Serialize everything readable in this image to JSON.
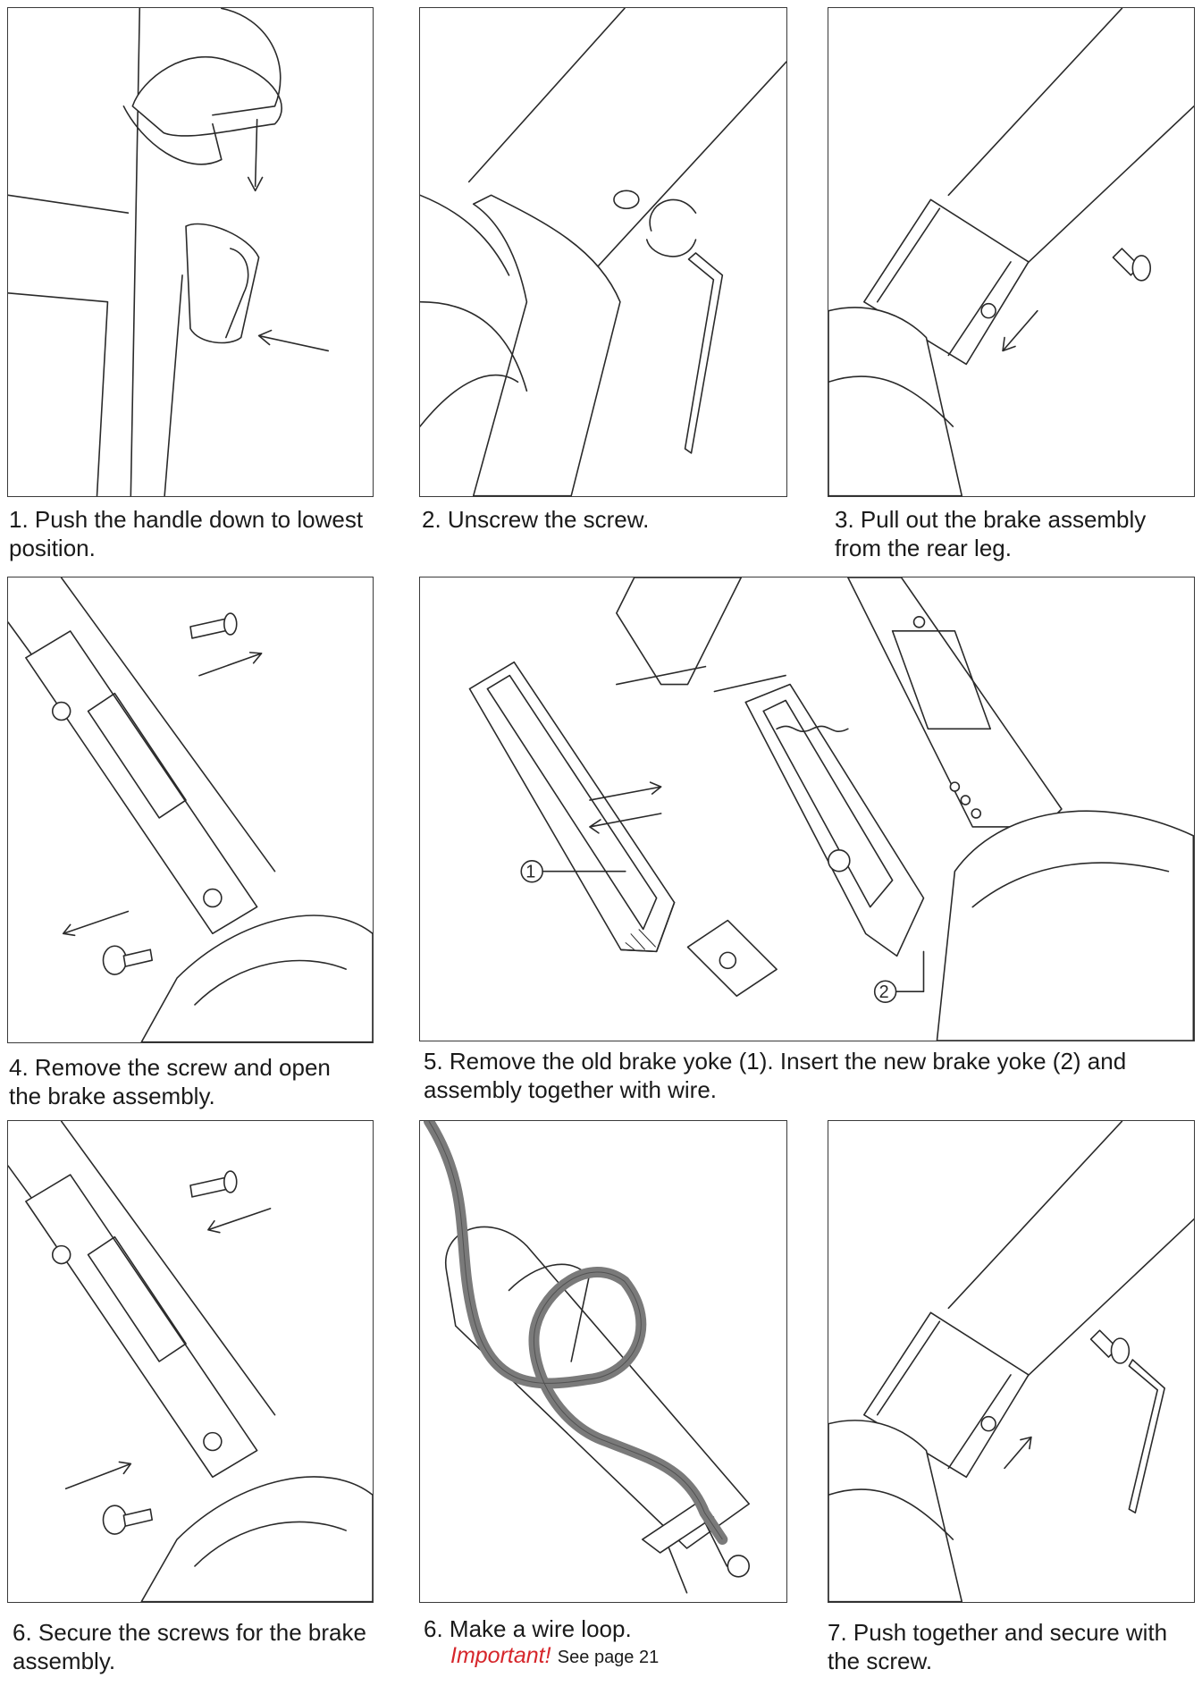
{
  "steps": [
    {
      "text": "1. Push the handle down to lowest position."
    },
    {
      "text": "2. Unscrew the screw."
    },
    {
      "text": "3. Pull out the brake assembly from the rear leg."
    },
    {
      "text": "4. Remove the screw and open the brake assembly."
    },
    {
      "text": "5. Remove the old brake yoke (1). Insert the new brake yoke (2) and assembly together with wire."
    },
    {
      "text": "6. Secure the screws for the brake assembly."
    },
    {
      "text": "6. Make a wire loop.",
      "important": "Important!",
      "note": "See page 21"
    },
    {
      "text": "7. Push together and secure with the screw."
    }
  ],
  "callouts": [
    "1",
    "2"
  ],
  "colors": {
    "important": "#d6262b",
    "wire": "#7a7a7a"
  }
}
